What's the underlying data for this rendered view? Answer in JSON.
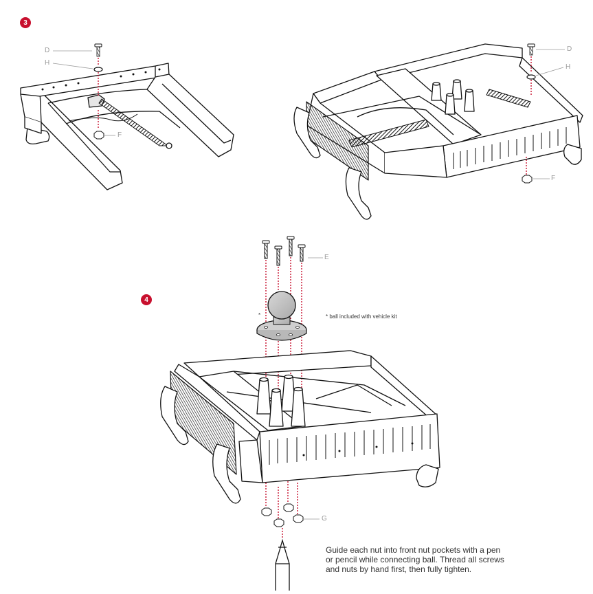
{
  "step3": {
    "badge": "3",
    "callouts": {
      "d_left": "D",
      "h_left": "H",
      "f_left": "F",
      "d_right": "D",
      "h_right": "H",
      "f_right": "F"
    }
  },
  "step4": {
    "badge": "4",
    "callouts": {
      "e": "E",
      "g": "G"
    },
    "asterisk": "*",
    "ball_note": "* ball included with vehicle kit",
    "instructions": [
      "Guide each nut into front nut pockets with a pen",
      "or pencil while connecting ball. Thread all screws",
      "and nuts by hand first, then fully tighten."
    ]
  },
  "colors": {
    "accent": "#c8102e",
    "line": "#111111",
    "callout": "#9a9a9a",
    "fill": "#ffffff",
    "shade": "#c9c9c9"
  }
}
